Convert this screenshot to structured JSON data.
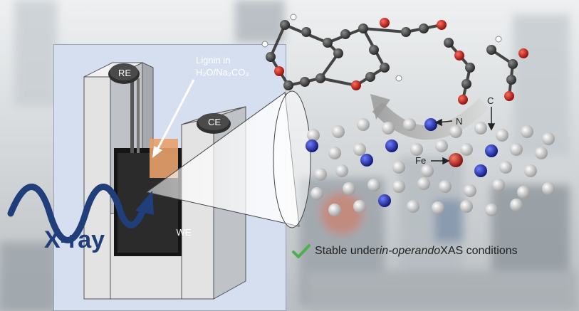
{
  "colors": {
    "cell_panel": "#d6dff0",
    "xray_wave": "#1f3e7a",
    "check": "#4caf50",
    "nitrogen": "#1f2fa8",
    "iron": "#c0201c",
    "carbon_lattice": "#e8e8e8",
    "oxygen": "#d21f1f"
  },
  "labels": {
    "re": "RE",
    "ce": "CE",
    "we": "WE",
    "lignin_line1": "Lignin in",
    "lignin_line2": "H₂O/Na₂CO₃",
    "xray": "X-ray",
    "n": "N",
    "c": "C",
    "fe": "Fe"
  },
  "status": {
    "prefix": "Stable under ",
    "italic": "in-operando",
    "suffix": " XAS conditions"
  },
  "icons": [
    "check-icon",
    "arrow-icon"
  ]
}
